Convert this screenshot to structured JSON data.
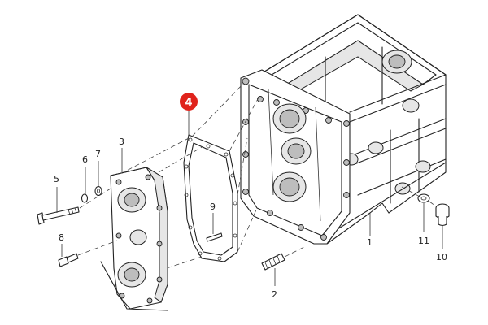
{
  "diagram": {
    "highlight": {
      "label": "4",
      "color": "#e0231c"
    },
    "callouts": {
      "c1": "1",
      "c2": "2",
      "c3": "3",
      "c5": "5",
      "c6": "6",
      "c7": "7",
      "c8": "8",
      "c9": "9",
      "c10": "10",
      "c11": "11"
    }
  }
}
